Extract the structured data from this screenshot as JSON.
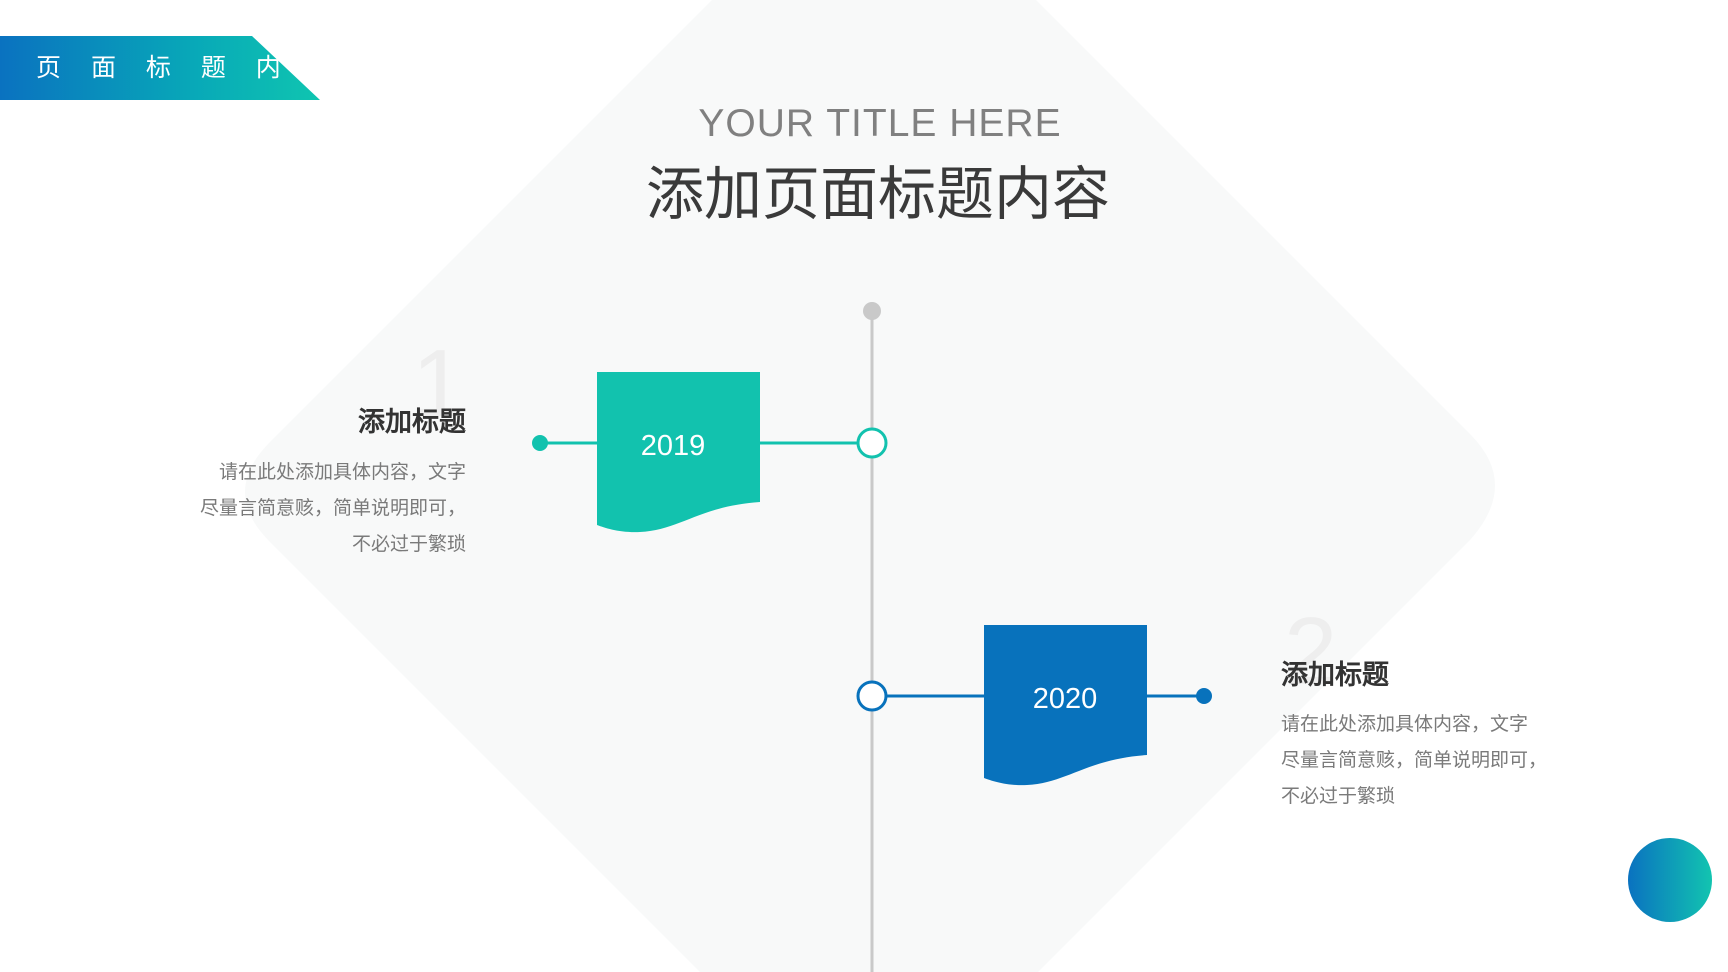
{
  "header": {
    "tag_label": "页 面 标 题 内 容",
    "title_en": "YOUR TITLE HERE",
    "title_cn": "添加页面标题内容"
  },
  "colors": {
    "teal": "#12c2ae",
    "blue": "#0872bc",
    "line_gray": "#c9c9c9",
    "background_shape": "#f8f9f9"
  },
  "timeline": [
    {
      "number": "1",
      "year": "2019",
      "title": "添加标题",
      "desc": [
        "请在此处添加具体内容，文字",
        "尽量言简意赅，简单说明即可，",
        "不必过于繁琐"
      ]
    },
    {
      "number": "2",
      "year": "2020",
      "title": "添加标题",
      "desc": [
        "请在此处添加具体内容，文字",
        "尽量言简意赅，简单说明即可，",
        "不必过于繁琐"
      ]
    }
  ]
}
